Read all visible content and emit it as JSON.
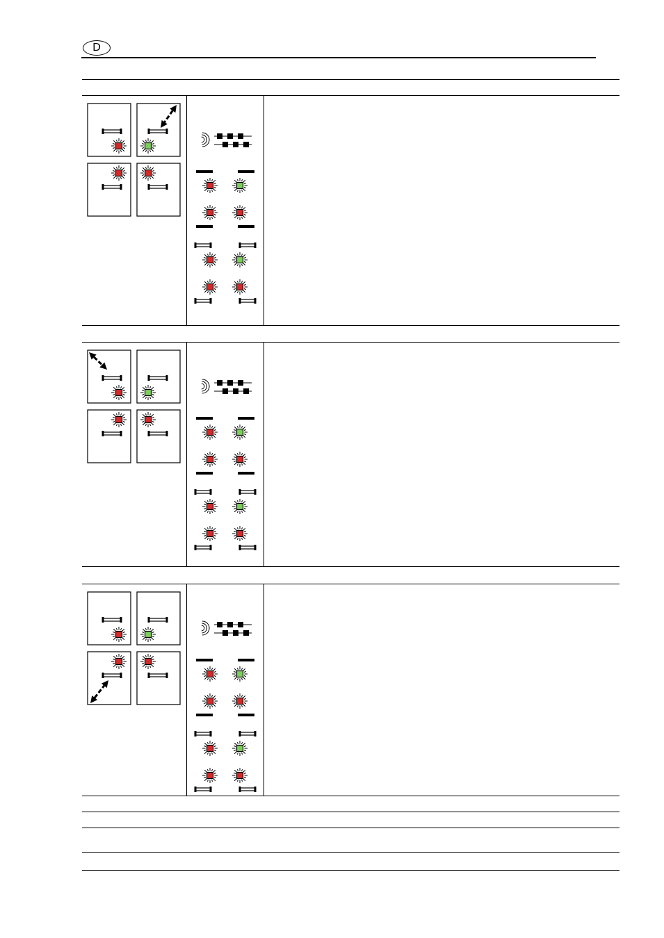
{
  "header": {
    "country_badge": "D"
  },
  "sections": [
    {
      "id": "section-1",
      "highlight_quadrant": "top-right",
      "sensor_leds": [
        "red",
        "green",
        "red",
        "red"
      ],
      "bar_leds": [
        "red",
        "green",
        "red",
        "red"
      ],
      "bracket_leds": [
        "red",
        "green",
        "red",
        "red"
      ],
      "text": ""
    },
    {
      "id": "section-2",
      "highlight_quadrant": "top-left",
      "sensor_leds": [
        "red",
        "green",
        "red",
        "red"
      ],
      "bar_leds": [
        "red",
        "green",
        "red",
        "red"
      ],
      "bracket_leds": [
        "red",
        "green",
        "red",
        "red"
      ],
      "text": ""
    },
    {
      "id": "section-3",
      "highlight_quadrant": "bottom-left",
      "sensor_leds": [
        "red",
        "green",
        "red",
        "red"
      ],
      "bar_leds": [
        "red",
        "green",
        "red",
        "red"
      ],
      "bracket_leds": [
        "red",
        "green",
        "red",
        "red"
      ],
      "text": ""
    }
  ],
  "colors": {
    "led_red": "#d42a2a",
    "led_green": "#7ccf5c",
    "line": "#000000"
  },
  "icons": {
    "signal": "signal-waves-icon",
    "chain": "chain-strip-icon",
    "arrow": "double-arrow-icon"
  }
}
